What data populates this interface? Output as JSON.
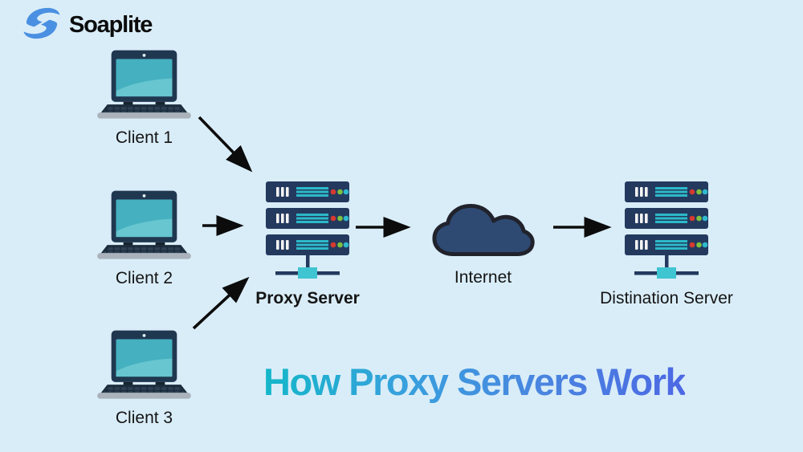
{
  "brand": {
    "name": "Soaplite",
    "icon": "brand-s-icon",
    "accent_color": "#4a90e2"
  },
  "title": {
    "text": "How Proxy Servers Work",
    "gradient_start": "#14b7c9",
    "gradient_end": "#4c68e4"
  },
  "diagram": {
    "clients": [
      {
        "label": "Client 1",
        "icon": "laptop-icon"
      },
      {
        "label": "Client 2",
        "icon": "laptop-icon"
      },
      {
        "label": "Client 3",
        "icon": "laptop-icon"
      }
    ],
    "proxy": {
      "label": "Proxy Server",
      "icon": "server-rack-icon"
    },
    "internet": {
      "label": "Internet",
      "icon": "cloud-icon"
    },
    "destination": {
      "label": "Distination Server",
      "icon": "server-rack-icon"
    },
    "connections": [
      {
        "from": "client-1",
        "to": "proxy-server"
      },
      {
        "from": "client-2",
        "to": "proxy-server"
      },
      {
        "from": "client-3",
        "to": "proxy-server"
      },
      {
        "from": "proxy-server",
        "to": "internet"
      },
      {
        "from": "internet",
        "to": "destination-server"
      }
    ]
  },
  "colors": {
    "background": "#d9edf8",
    "server_body": "#24395e",
    "teal_accent": "#2cb9c8",
    "led_red": "#d63a2f",
    "led_green": "#7fc13e",
    "led_cyan": "#2fb9cd",
    "cloud_fill": "#2e4a72",
    "cloud_outline": "#20222c",
    "arrow": "#0c0c0c",
    "laptop_screen": "#45b0bf"
  }
}
